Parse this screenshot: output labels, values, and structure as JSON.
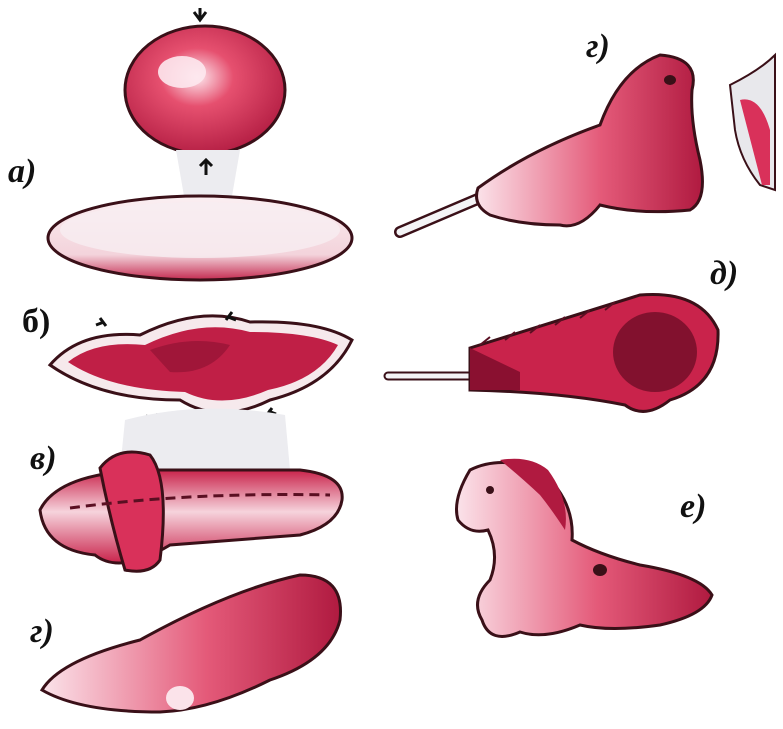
{
  "labels": {
    "a": "а)",
    "b": "б)",
    "v": "в)",
    "g_left": "г)",
    "g_right": "г)",
    "d": "д)",
    "e": "е)"
  },
  "colors": {
    "clay": "#d9315a",
    "clay_dark": "#8a1030",
    "highlight": "#fbe6ec",
    "shadow": "#e9e9ee",
    "outline": "#3a1018"
  },
  "icons": [
    "arrow-icon"
  ]
}
